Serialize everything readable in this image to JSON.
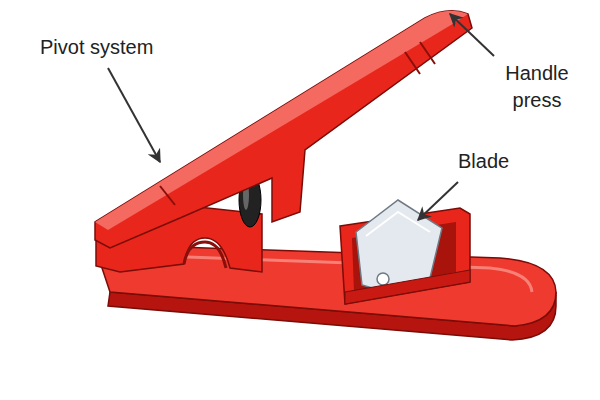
{
  "diagram": {
    "labels": [
      "Pivot system",
      "Handle press",
      "Blade"
    ]
  }
}
